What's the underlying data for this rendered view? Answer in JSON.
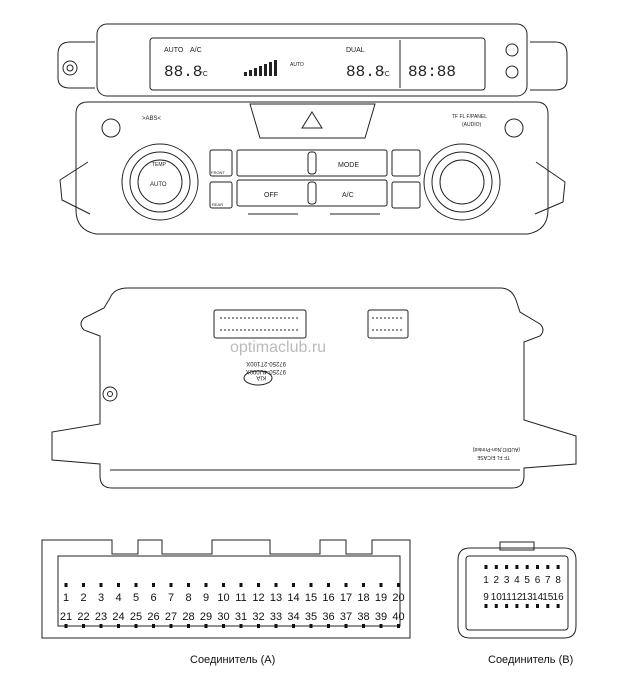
{
  "front_panel": {
    "display": {
      "auto": "AUTO",
      "ac": "A/C",
      "temp_left": "88.8",
      "temp_unit": "°C",
      "dual": "DUAL",
      "temp_right": "88.8",
      "clock": "88:88",
      "auto_small": "AUTO"
    },
    "abs_label": ">ABS<",
    "panel_note_line1": "TF FL F/PANEL",
    "panel_note_line2": "(AUDIO)",
    "temp_knob_label": "TEMP",
    "temp_knob_center": "AUTO",
    "front_label": "FRONT",
    "rear_label": "REAR",
    "mode_button": "MODE",
    "off_button": "OFF",
    "ac_button": "A/C"
  },
  "rear_housing": {
    "part_no_1": "97250-2T100X",
    "part_no_2": "97250-4U000X",
    "brand": "KIA",
    "label_line1": "TF FL E/CASE",
    "label_line2": "(AUDIO,Non-Printed)",
    "watermark": "optimaclub.ru"
  },
  "connector_a": {
    "caption": "Соединитель (A)",
    "pins_top": [
      "1",
      "2",
      "3",
      "4",
      "5",
      "6",
      "7",
      "8",
      "9",
      "10",
      "11",
      "12",
      "13",
      "14",
      "15",
      "16",
      "17",
      "18",
      "19",
      "20"
    ],
    "pins_bottom": [
      "21",
      "22",
      "23",
      "24",
      "25",
      "26",
      "27",
      "28",
      "29",
      "30",
      "31",
      "32",
      "33",
      "34",
      "35",
      "36",
      "37",
      "38",
      "39",
      "40"
    ]
  },
  "connector_b": {
    "caption": "Соединитель (B)",
    "pins_top": [
      "1",
      "2",
      "3",
      "4",
      "5",
      "6",
      "7",
      "8"
    ],
    "pins_bottom": [
      "9",
      "10",
      "11",
      "12",
      "13",
      "14",
      "15",
      "16"
    ]
  }
}
